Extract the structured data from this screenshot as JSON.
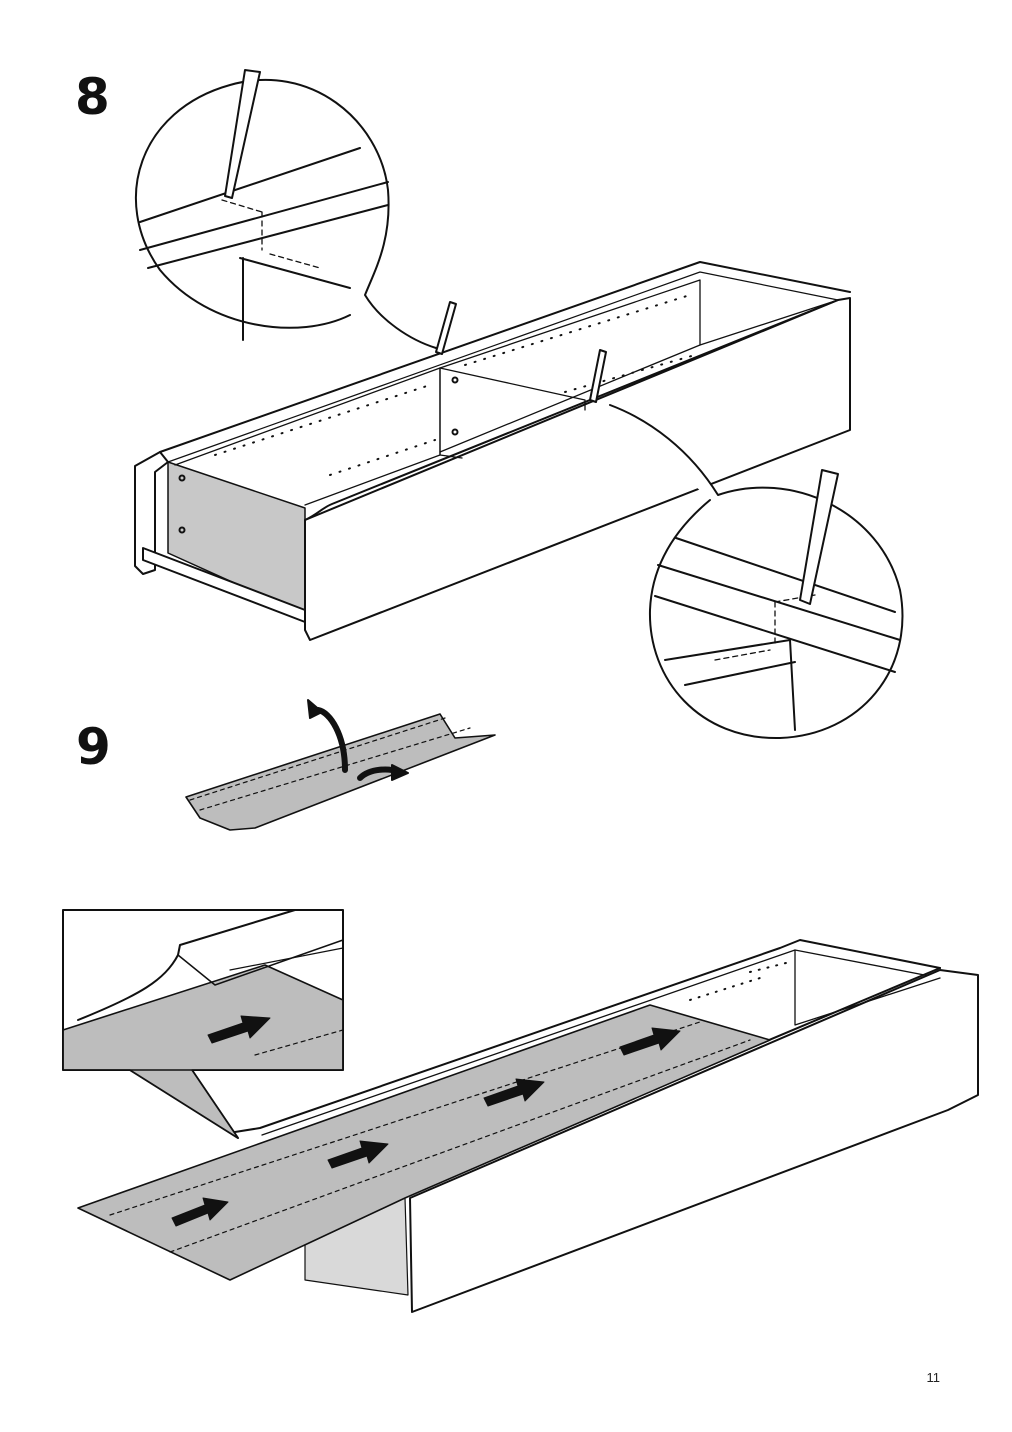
{
  "page": {
    "step8_number": "8",
    "step9_number": "9",
    "page_number": "11"
  },
  "colors": {
    "ink": "#111111",
    "panel_fill": "#c8c8c8",
    "mat_fill": "#bdbdbd",
    "paper": "#ffffff"
  },
  "icons": [
    "pencil-icon",
    "fold-arrow-icon",
    "push-arrow-icon",
    "magnifier-callout"
  ]
}
